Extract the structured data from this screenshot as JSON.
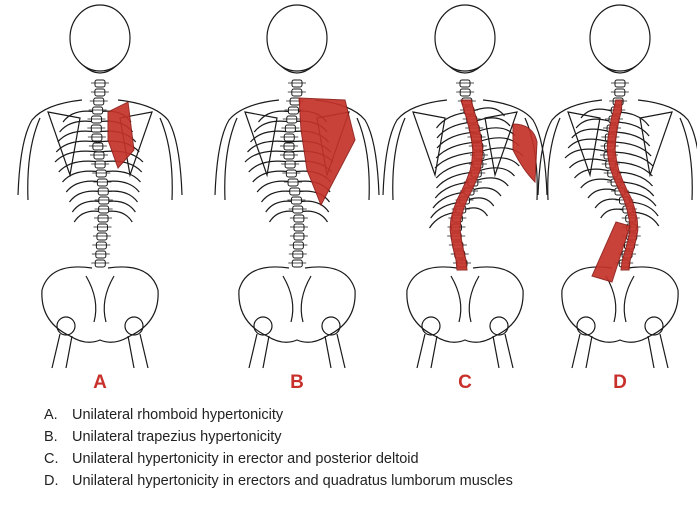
{
  "palette": {
    "line": "#1a1a1a",
    "muscle": "#c4322a",
    "muscle_dark": "#8e1c17",
    "letter": "#c8312b"
  },
  "panels": [
    {
      "letter": "A",
      "muscle": "rhomboid"
    },
    {
      "letter": "B",
      "muscle": "trapezius"
    },
    {
      "letter": "C",
      "muscle": "erector and posterior deltoid"
    },
    {
      "letter": "D",
      "muscle": "erectors and quadratus lumborum"
    }
  ],
  "caption": [
    {
      "key": "A.",
      "text": "Unilateral rhomboid hypertonicity"
    },
    {
      "key": "B.",
      "text": "Unilateral trapezius hypertonicity"
    },
    {
      "key": "C.",
      "text": "Unilateral hypertonicity in erector and posterior deltoid"
    },
    {
      "key": "D.",
      "text": "Unilateral hypertonicity in erectors and quadratus lumborum muscles"
    }
  ]
}
